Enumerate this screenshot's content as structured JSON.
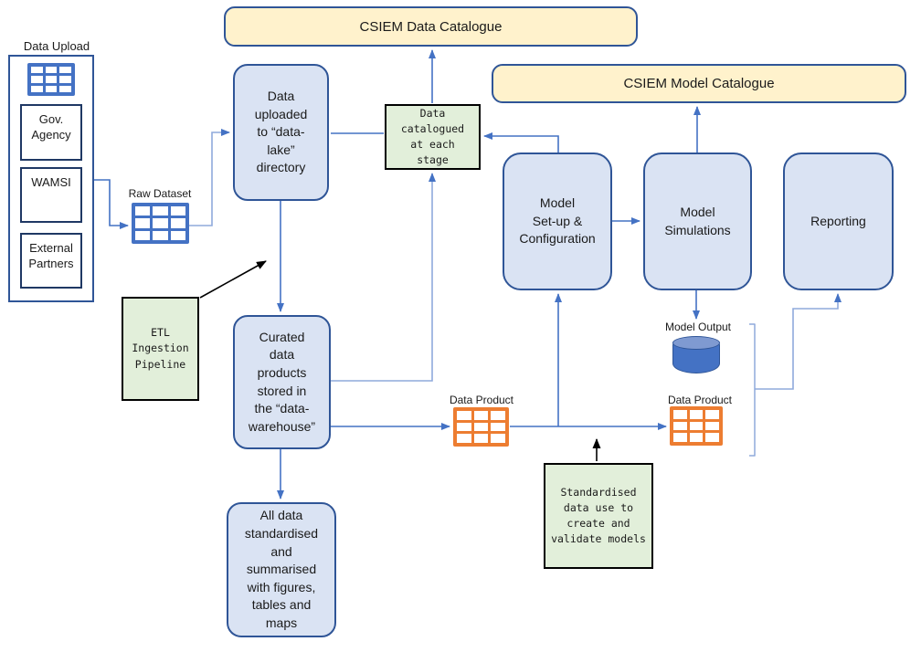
{
  "colors": {
    "box_fill": "#dae3f3",
    "box_border": "#2f5597",
    "catalogue_fill": "#fff2cc",
    "green_fill": "#e2efda",
    "blue_icon": "#4472c4",
    "orange_icon": "#ed7d31",
    "arrow": "#4472c4",
    "arrow_light": "#8faadc",
    "black_arrow": "#000000"
  },
  "icons": {
    "table_blue": "table-grid-icon",
    "table_orange": "table-grid-icon",
    "cylinder": "database-cylinder-icon",
    "bracket": "grouping-bracket"
  },
  "labels": {
    "data_upload": "Data Upload",
    "gov_agency": "Gov.\nAgency",
    "wamsi": "WAMSI",
    "external_partners": "External\nPartners",
    "raw_dataset": "Raw Dataset",
    "csiem_data_catalogue": "CSIEM Data Catalogue",
    "csiem_model_catalogue": "CSIEM Model Catalogue",
    "data_uploaded": "Data\nuploaded\nto “data-\nlake”\ndirectory",
    "data_catalogued": "Data\ncatalogued\nat each\nstage",
    "etl": "ETL\nIngestion\nPipeline",
    "curated": "Curated\ndata\nproducts\nstored in\nthe “data-\nwarehouse”",
    "all_data": "All data\nstandardised\nand\nsummarised\nwith figures,\ntables and\nmaps",
    "model_setup": "Model\nSet-up &\nConfiguration",
    "model_simulations": "Model\nSimulations",
    "reporting": "Reporting",
    "model_output": "Model Output",
    "data_product_left": "Data Product",
    "data_product_right": "Data Product",
    "standardised": "Standardised\ndata use to\ncreate and\nvalidate models"
  }
}
